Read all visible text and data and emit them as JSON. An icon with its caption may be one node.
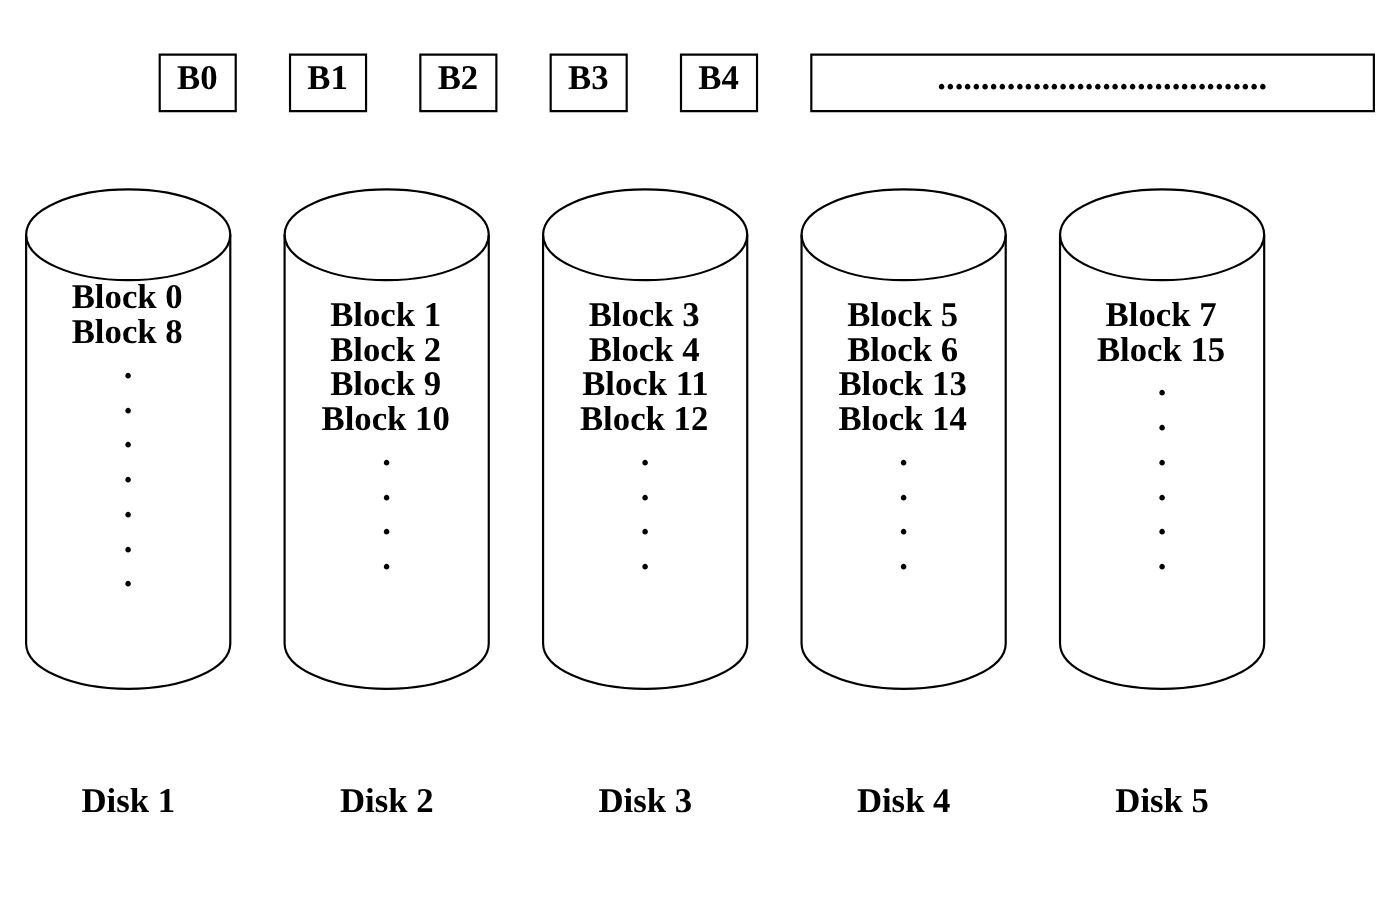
{
  "diagram": {
    "nodes": [
      {
        "text": [
          "B0"
        ]
      },
      {
        "text": [
          "B1"
        ]
      },
      {
        "text": [
          "B2"
        ]
      },
      {
        "text": [
          "B3"
        ]
      },
      {
        "text": [
          "B4"
        ]
      },
      {
        "text": [
          "......................................"
        ]
      },
      {
        "text": [
          "Block 0",
          "Block 8",
          ".",
          ".",
          ".",
          ".",
          ".",
          ".",
          "."
        ],
        "beside": [
          "Disk 1"
        ]
      },
      {
        "text": [
          "Block 1",
          "Block 2",
          "Block 9",
          "Block 10",
          ".",
          ".",
          ".",
          "."
        ],
        "beside": [
          "Disk 2"
        ]
      },
      {
        "text": [
          "Block 3",
          "Block 4",
          "Block 11",
          "Block 12",
          ".",
          ".",
          ".",
          "."
        ],
        "beside": [
          "Disk 3"
        ]
      },
      {
        "text": [
          "Block 5",
          "Block 6",
          "Block 13",
          "Block 14",
          ".",
          ".",
          ".",
          "."
        ],
        "beside": [
          "Disk 4"
        ]
      },
      {
        "text": [
          "Block 7",
          "Block 15",
          ".",
          ".",
          ".",
          ".",
          ".",
          "."
        ],
        "beside": [
          "Disk 5"
        ]
      }
    ],
    "edges": []
  }
}
